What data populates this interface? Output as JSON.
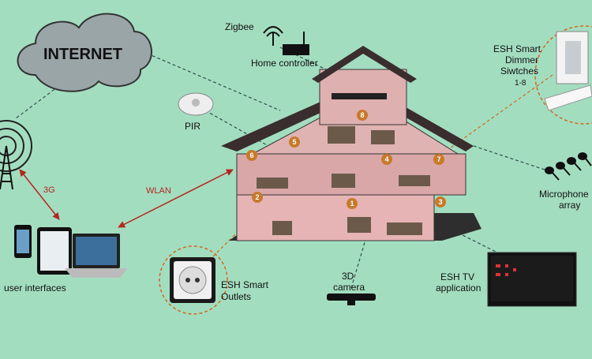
{
  "labels": {
    "internet": "INTERNET",
    "zigbee": "Zigbee",
    "home_controller": "Home controller",
    "pir": "PIR",
    "esh_dimmer": [
      "ESH Smart",
      "Dimmer",
      "Siwtches",
      "1-8"
    ],
    "microphone": [
      "Microphone",
      "array"
    ],
    "link_3g": "3G",
    "link_wlan": "WLAN",
    "user_interfaces": "user interfaces",
    "esh_outlets": [
      "ESH Smart",
      "Outlets"
    ],
    "camera_3d": [
      "3D",
      "camera"
    ],
    "esh_tv": [
      "ESH TV",
      "application"
    ]
  },
  "room_numbers": [
    "1",
    "2",
    "3",
    "4",
    "5",
    "6",
    "7",
    "8"
  ],
  "colors": {
    "background": "#a3ddc0",
    "arrow_red": "#b3261e",
    "dashed_orange": "#d2691e",
    "dashed_dark": "#2f4f4f",
    "roof": "#3a2d2d",
    "room_pink": "#e6b4b4",
    "ground": "#2e2e2e"
  }
}
